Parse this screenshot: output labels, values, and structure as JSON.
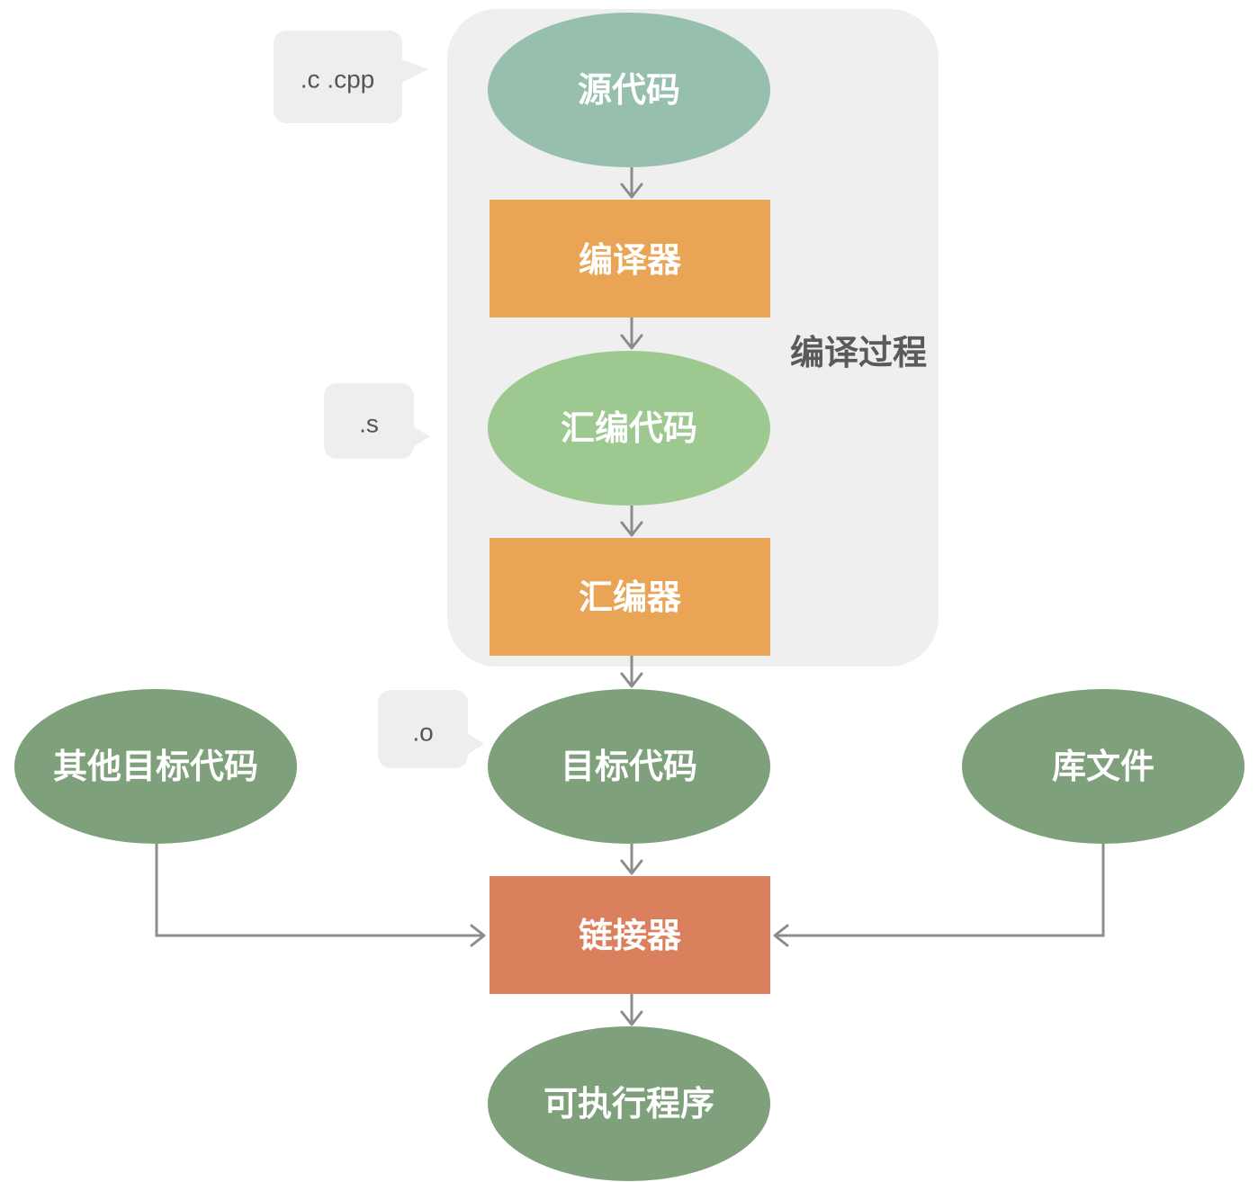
{
  "diagram": {
    "group": {
      "label": "编译过程"
    },
    "nodes": {
      "source": {
        "label": "源代码",
        "shape": "ellipse",
        "color": "#96bfae"
      },
      "compiler": {
        "label": "编译器",
        "shape": "rect",
        "color": "#e9a555"
      },
      "asm_code": {
        "label": "汇编代码",
        "shape": "ellipse",
        "color": "#9dc990"
      },
      "assembler": {
        "label": "汇编器",
        "shape": "rect",
        "color": "#e9a555"
      },
      "object_code": {
        "label": "目标代码",
        "shape": "ellipse",
        "color": "#7ea07b"
      },
      "other_objects": {
        "label": "其他目标代码",
        "shape": "ellipse",
        "color": "#7ea07b"
      },
      "library": {
        "label": "库文件",
        "shape": "ellipse",
        "color": "#7ea07b"
      },
      "linker": {
        "label": "链接器",
        "shape": "rect",
        "color": "#db805d"
      },
      "executable": {
        "label": "可执行程序",
        "shape": "ellipse",
        "color": "#7ea07b"
      }
    },
    "callouts": {
      "source_ext": ".c .cpp",
      "asm_ext": ".s",
      "obj_ext": ".o"
    },
    "edges": [
      {
        "from": "source",
        "to": "compiler"
      },
      {
        "from": "compiler",
        "to": "asm_code"
      },
      {
        "from": "asm_code",
        "to": "assembler"
      },
      {
        "from": "assembler",
        "to": "object_code"
      },
      {
        "from": "object_code",
        "to": "linker"
      },
      {
        "from": "other_objects",
        "to": "linker"
      },
      {
        "from": "library",
        "to": "linker"
      },
      {
        "from": "linker",
        "to": "executable"
      }
    ]
  },
  "colors": {
    "group_background": "#efefef",
    "callout_background": "#eeeeee",
    "edge": "#8c8c8c"
  }
}
